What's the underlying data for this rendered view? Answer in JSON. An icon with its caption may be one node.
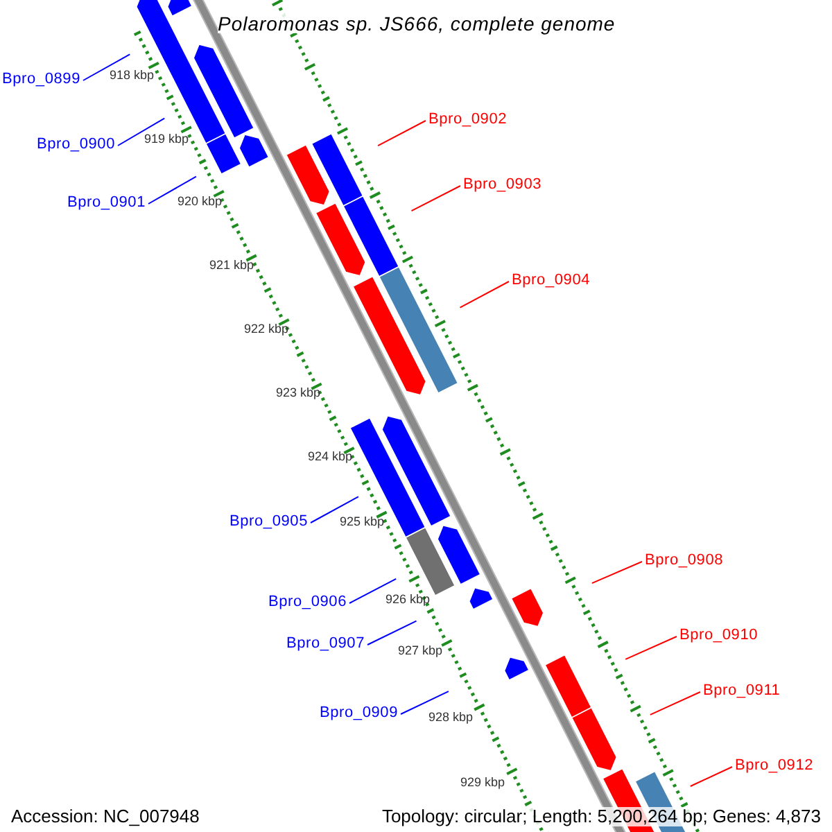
{
  "diagram": {
    "title": "Polaromonas sp. JS666, complete genome",
    "nodes": [
      {
        "text": [
          "Bpro_0899"
        ]
      },
      {
        "text": [
          "Bpro_0900"
        ]
      },
      {
        "text": [
          "Bpro_0901"
        ]
      },
      {
        "text": [
          "Bpro_0902"
        ]
      },
      {
        "text": [
          "Bpro_0903"
        ]
      },
      {
        "text": [
          "Bpro_0904"
        ]
      },
      {
        "text": [
          "Bpro_0905"
        ]
      },
      {
        "text": [
          "Bpro_0906"
        ]
      },
      {
        "text": [
          "Bpro_0907"
        ]
      },
      {
        "text": [
          "Bpro_0908"
        ]
      },
      {
        "text": [
          "Bpro_0909"
        ]
      },
      {
        "text": [
          "Bpro_0910"
        ]
      },
      {
        "text": [
          "Bpro_0911"
        ]
      },
      {
        "text": [
          "Bpro_0912"
        ]
      }
    ],
    "edges": [
      {
        "from": 0,
        "to": null,
        "arrow": "none",
        "color": "#0000ff"
      },
      {
        "from": 1,
        "to": null,
        "arrow": "none",
        "color": "#0000ff"
      },
      {
        "from": 2,
        "to": null,
        "arrow": "none",
        "color": "#0000ff"
      },
      {
        "from": 3,
        "to": null,
        "arrow": "none",
        "color": "#ff0000"
      },
      {
        "from": 4,
        "to": null,
        "arrow": "none",
        "color": "#ff0000"
      },
      {
        "from": 5,
        "to": null,
        "arrow": "none",
        "color": "#ff0000"
      },
      {
        "from": 6,
        "to": null,
        "arrow": "none",
        "color": "#0000ff"
      },
      {
        "from": 7,
        "to": null,
        "arrow": "none",
        "color": "#0000ff"
      },
      {
        "from": 8,
        "to": null,
        "arrow": "none",
        "color": "#0000ff"
      },
      {
        "from": 9,
        "to": null,
        "arrow": "none",
        "color": "#ff0000"
      },
      {
        "from": 10,
        "to": null,
        "arrow": "none",
        "color": "#0000ff"
      },
      {
        "from": 11,
        "to": null,
        "arrow": "none",
        "color": "#ff0000"
      },
      {
        "from": 12,
        "to": null,
        "arrow": "none",
        "color": "#ff0000"
      },
      {
        "from": 13,
        "to": null,
        "arrow": "none",
        "color": "#ff0000"
      }
    ],
    "labels": [
      "918 kbp",
      "919 kbp",
      "920 kbp",
      "921 kbp",
      "922 kbp",
      "923 kbp",
      "924 kbp",
      "925 kbp",
      "926 kbp",
      "927 kbp",
      "928 kbp",
      "929 kbp",
      "Accession: NC_007948",
      "Topology: circular; Length: 5,200,264 bp; Genes: 4,873"
    ]
  }
}
